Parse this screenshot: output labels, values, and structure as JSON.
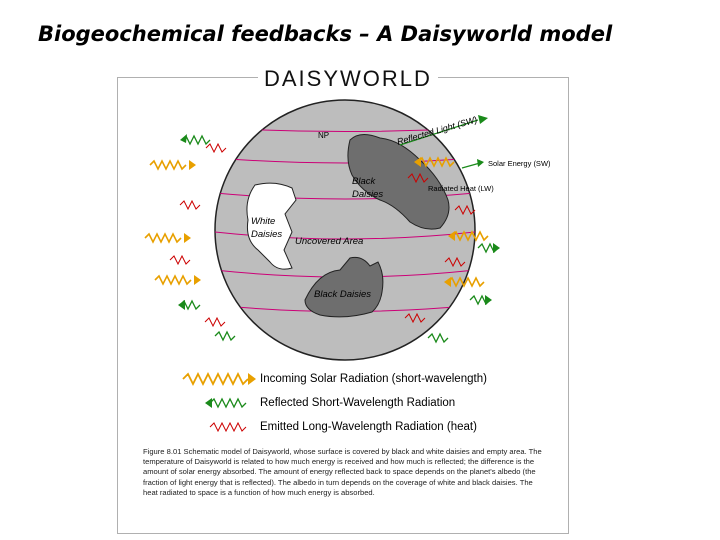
{
  "slide": {
    "title": "Biogeochemical feedbacks – A Daisyworld model"
  },
  "figure": {
    "heading": "DAISYWORLD",
    "labels": {
      "np": "NP",
      "reflected_light": "Reflected Light (SW)",
      "solar_energy": "Solar Energy (SW)",
      "radiated_heat": "Radiated Heat (LW)",
      "black_daisies_top": [
        "Black",
        "Daisies"
      ],
      "white_daisies": [
        "White",
        "Daisies"
      ],
      "uncovered_area": "Uncovered Area",
      "black_daisies_bottom": "Black Daisies"
    },
    "legend": [
      {
        "label": "Incoming Solar Radiation (short-wavelength)",
        "color": "#e8a000"
      },
      {
        "label": "Reflected Short-Wavelength Radiation",
        "color": "#1a8a1a"
      },
      {
        "label": "Emitted Long-Wavelength Radiation (heat)",
        "color": "#cc0000"
      }
    ],
    "caption": "Figure 8.01 Schematic model of Daisyworld, whose surface is covered by black and white daisies and empty area. The temperature of Daisyworld is related to how much energy is received and how much is reflected; the difference is the amount of solar energy absorbed. The amount of energy reflected back to space depends on the planet's albedo (the fraction of light energy that is reflected). The albedo in turn depends on the coverage of white and black daisies. The heat radiated to space is a function of how much energy is absorbed.",
    "colors": {
      "globe": "#bdbdbd",
      "dark_patch": "#6e6e6e",
      "solar": "#e8a000",
      "reflected": "#1a8a1a",
      "heat": "#cc0000",
      "latitude": "#cc0077"
    }
  }
}
